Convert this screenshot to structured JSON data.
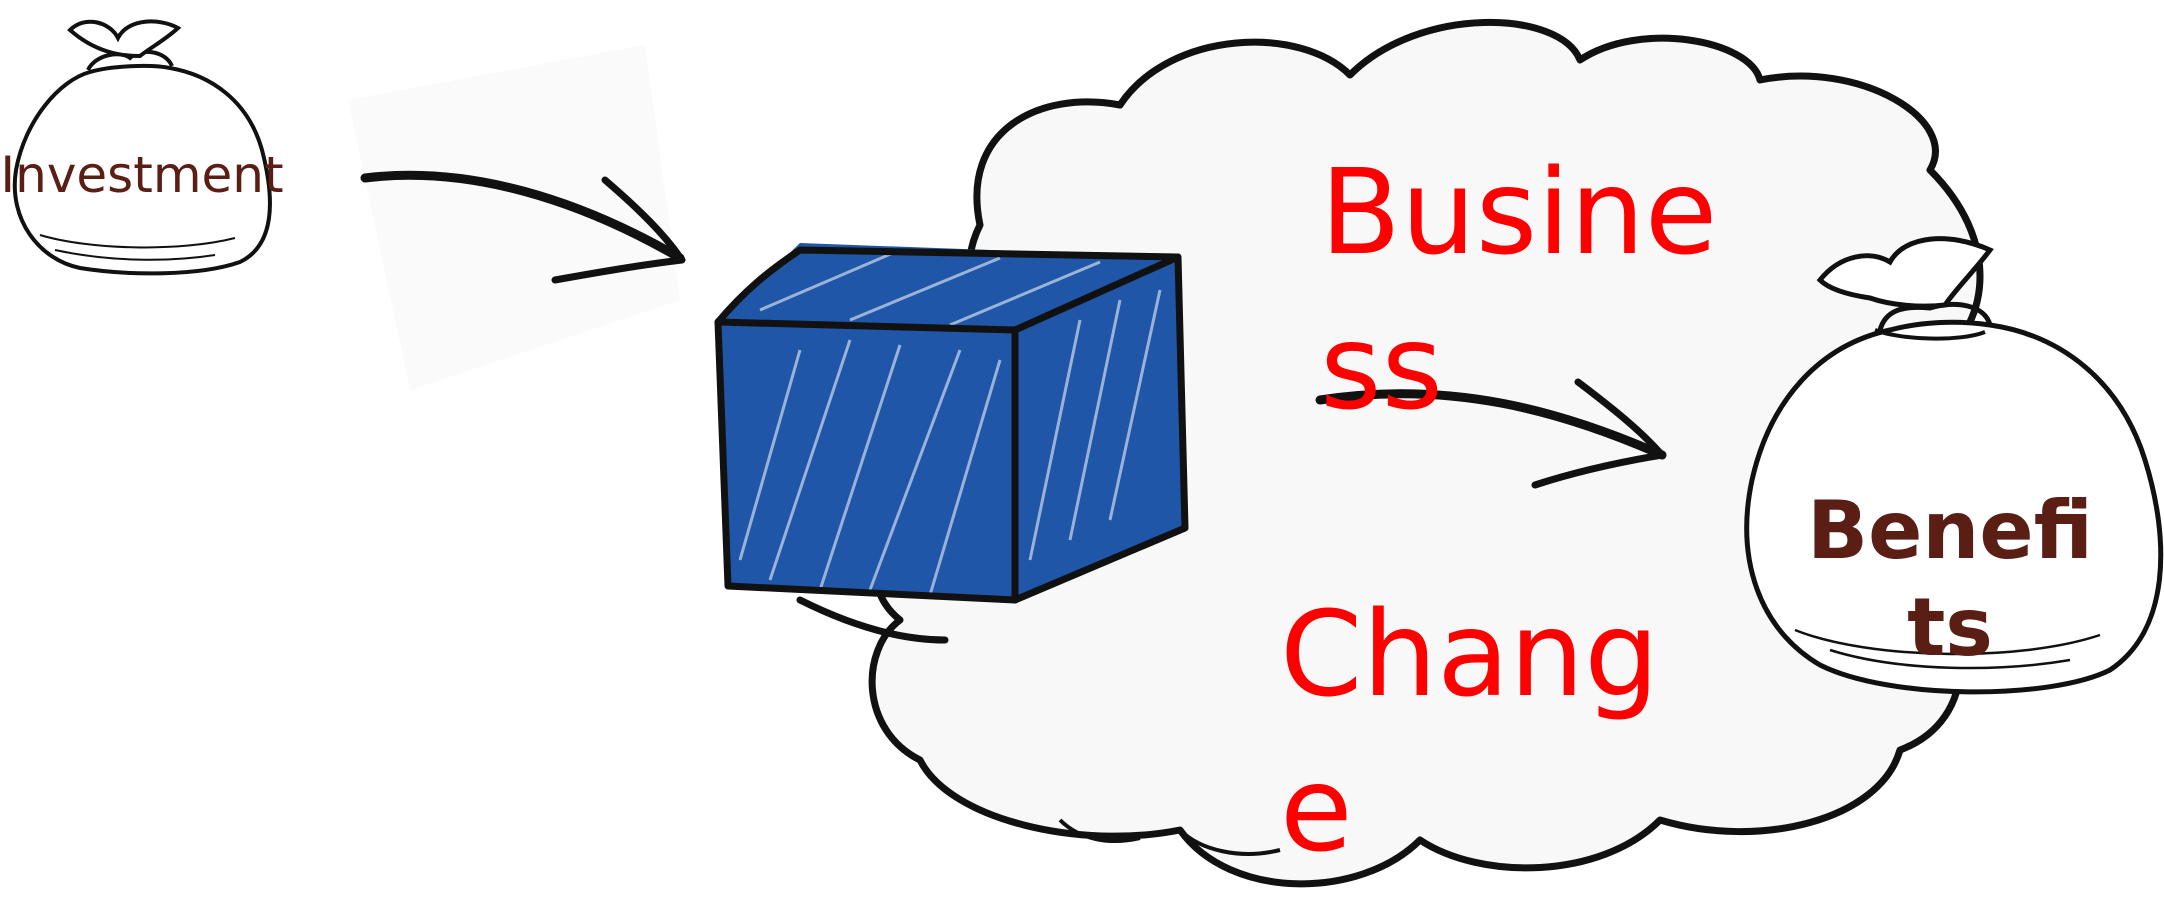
{
  "labels": {
    "investment": "Investment",
    "business_line1": "Busine",
    "business_line2": "ss",
    "change_line1": "Chang",
    "change_line2": "e",
    "benefits_line1": "Benefi",
    "benefits_line2": "ts"
  },
  "icons": {
    "investment_bag": "money-bag-icon",
    "benefits_bag": "money-bag-icon",
    "cube": "scribbled-cube-icon",
    "cloud": "cloud-shape",
    "arrows": "hand-drawn-arrow-icon"
  },
  "colors": {
    "stroke": "#111111",
    "cube_fill": "#1f56a8",
    "cloud_fill": "#f8f8f8",
    "red_text": "#ff0000",
    "brown_text": "#5a1e14",
    "background": "#ffffff"
  }
}
